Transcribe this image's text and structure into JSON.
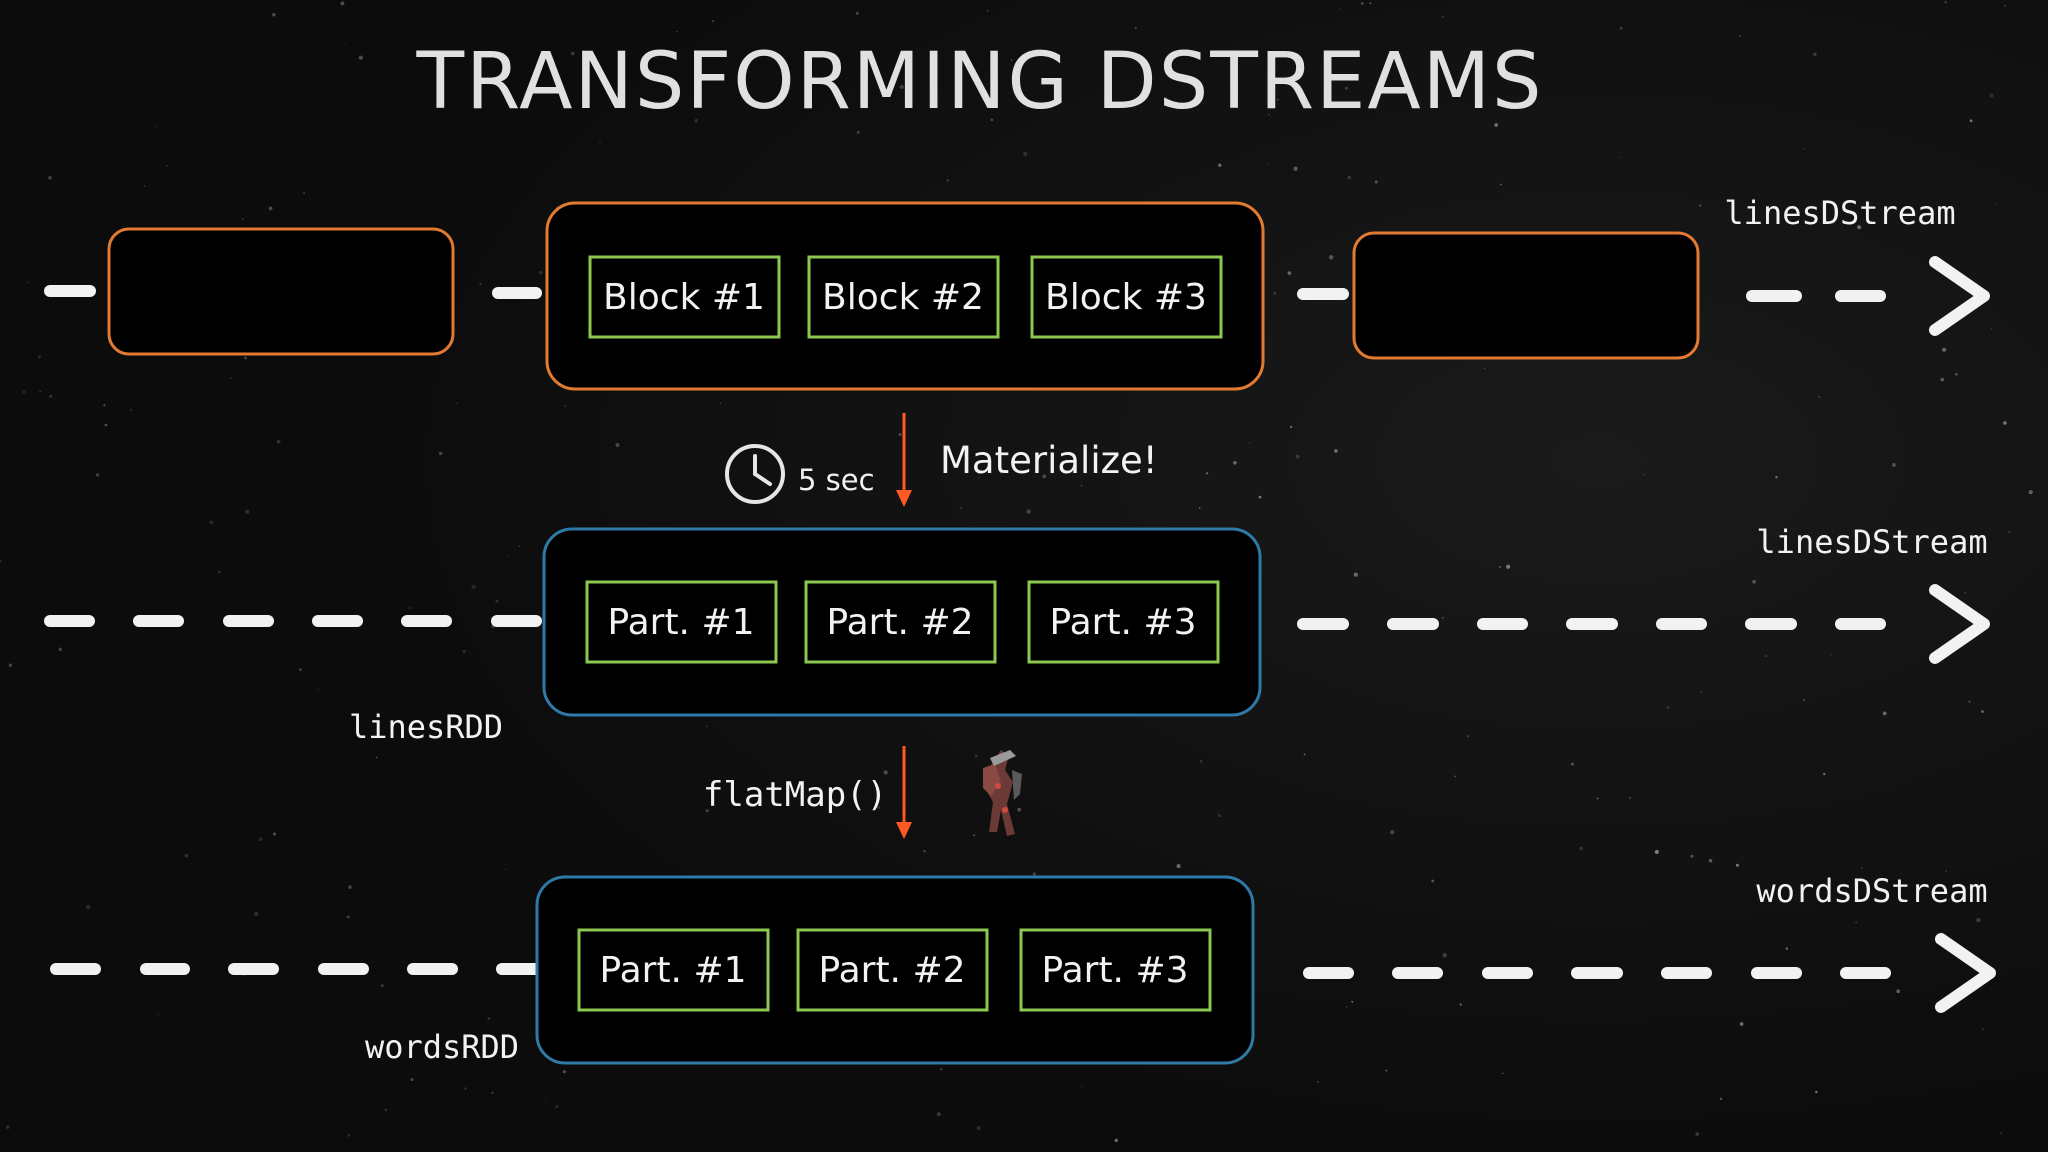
{
  "title": "TRANSFORMING DSTREAMS",
  "colors": {
    "background": "#0c0c0c",
    "dstream_border": "#e27a32",
    "rdd_border": "#2f79a6",
    "block_border": "#8cc850",
    "arrow_accent": "#ff5a24",
    "line": "#f2f2f2",
    "text": "#f2f2f2"
  },
  "rows": [
    {
      "stream_label": "linesDStream",
      "center_box_kind": "dstream-batch",
      "items": [
        "Block #1",
        "Block #2",
        "Block #3"
      ]
    },
    {
      "stream_label": "linesDStream",
      "rdd_label": "linesRDD",
      "center_box_kind": "rdd",
      "items": [
        "Part. #1",
        "Part. #2",
        "Part. #3"
      ]
    },
    {
      "stream_label": "wordsDStream",
      "rdd_label": "wordsRDD",
      "center_box_kind": "rdd",
      "items": [
        "Part. #1",
        "Part. #2",
        "Part. #3"
      ]
    }
  ],
  "transitions": [
    {
      "interval": "5 sec",
      "label": "Materialize!",
      "icon": "clock-icon"
    },
    {
      "label": "flatMap()",
      "icon": "robot-figure-icon"
    }
  ]
}
